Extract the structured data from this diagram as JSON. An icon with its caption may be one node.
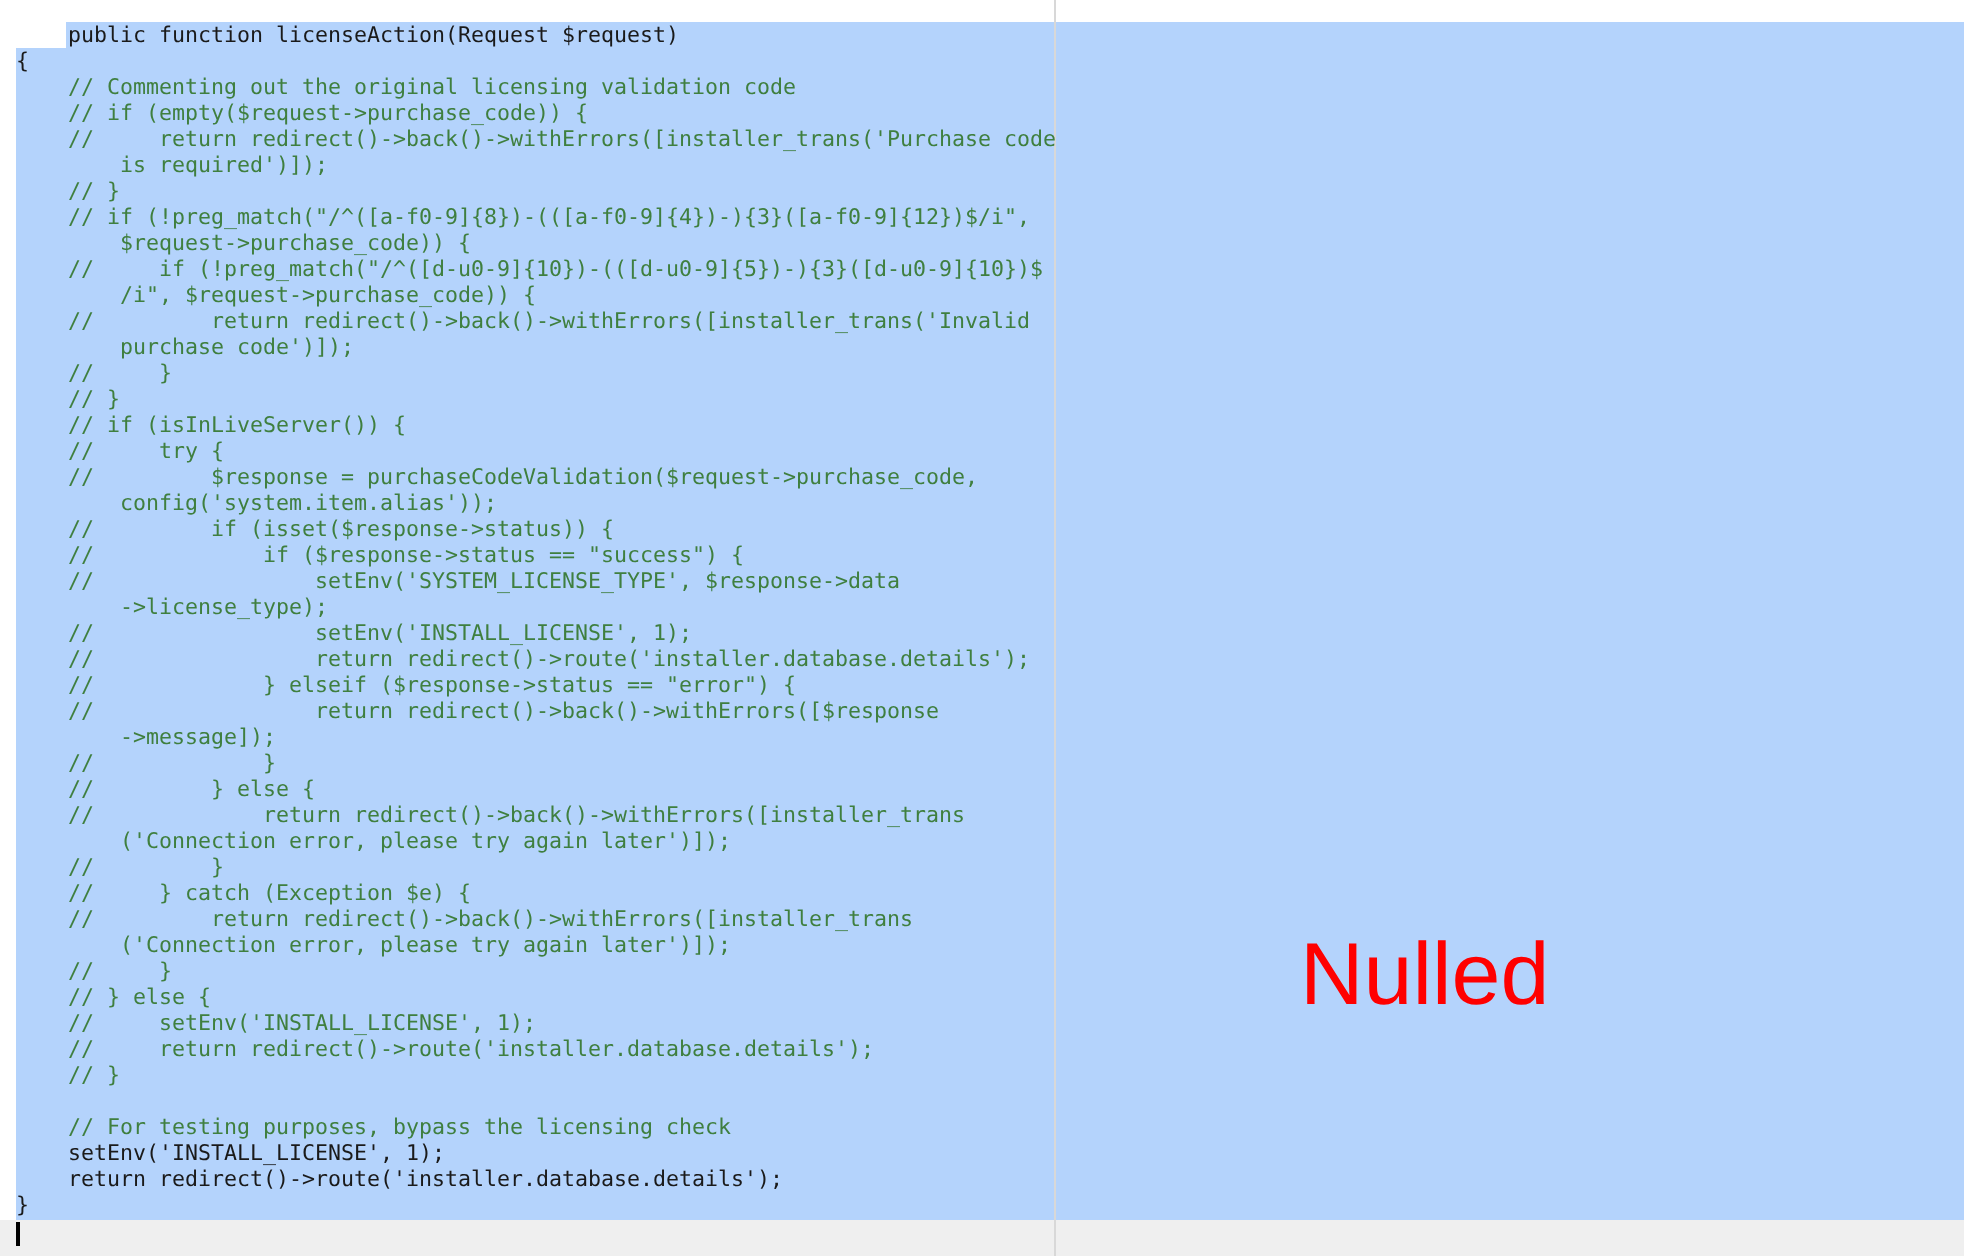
{
  "diagram": {
    "labels": [
      "    public function licenseAction(Request $request)",
      "{",
      "    // Commenting out the original licensing validation code",
      "    // if (empty($request->purchase_code)) {",
      "    //     return redirect()->back()->withErrors([installer_trans('Purchase code",
      "        is required')]);",
      "    // }",
      "    // if (!preg_match(\"/^([a-f0-9]{8})-(([a-f0-9]{4})-){3}([a-f0-9]{12})$/i\",",
      "        $request->purchase_code)) {",
      "    //     if (!preg_match(\"/^([d-u0-9]{10})-(([d-u0-9]{5})-){3}([d-u0-9]{10})$",
      "        /i\", $request->purchase_code)) {",
      "    //         return redirect()->back()->withErrors([installer_trans('Invalid",
      "        purchase code')]);",
      "    //     }",
      "    // }",
      "    // if (isInLiveServer()) {",
      "    //     try {",
      "    //         $response = purchaseCodeValidation($request->purchase_code,",
      "        config('system.item.alias'));",
      "    //         if (isset($response->status)) {",
      "    //             if ($response->status == \"success\") {",
      "    //                 setEnv('SYSTEM_LICENSE_TYPE', $response->data",
      "        ->license_type);",
      "    //                 setEnv('INSTALL_LICENSE', 1);",
      "    //                 return redirect()->route('installer.database.details');",
      "    //             } elseif ($response->status == \"error\") {",
      "    //                 return redirect()->back()->withErrors([$response",
      "        ->message]);",
      "    //             }",
      "    //         } else {",
      "    //             return redirect()->back()->withErrors([installer_trans",
      "        ('Connection error, please try again later')]);",
      "    //         }",
      "    //     } catch (Exception $e) {",
      "    //         return redirect()->back()->withErrors([installer_trans",
      "        ('Connection error, please try again later')]);",
      "    //     }",
      "    // } else {",
      "    //     setEnv('INSTALL_LICENSE', 1);",
      "    //     return redirect()->route('installer.database.details');",
      "    // }",
      "    // For testing purposes, bypass the licensing check",
      "    setEnv('INSTALL_LICENSE', 1);",
      "    return redirect()->route('installer.database.details');",
      "}",
      "Nulled"
    ]
  }
}
